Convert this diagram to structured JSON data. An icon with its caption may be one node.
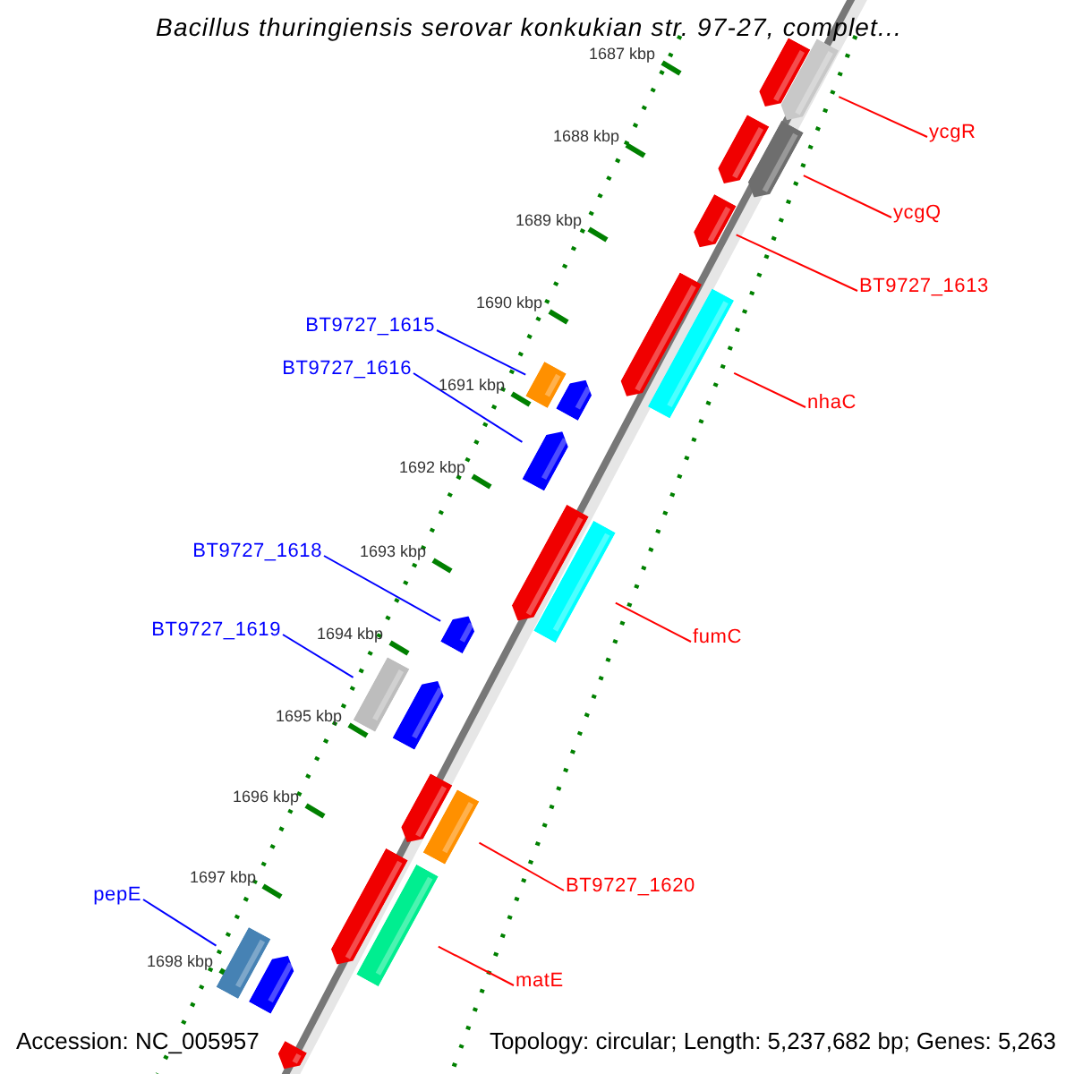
{
  "diagram": {
    "title": "Bacillus thuringiensis serovar konkukian str. 97-27, complet...",
    "nodes": [
      {
        "text": [
          "ycgR"
        ]
      },
      {
        "text": [
          "ycgQ"
        ]
      },
      {
        "text": [
          "BT9727_1613"
        ]
      },
      {
        "text": [
          "BT9727_1615"
        ]
      },
      {
        "text": [
          "BT9727_1616"
        ]
      },
      {
        "text": [
          "nhaC"
        ]
      },
      {
        "text": [
          "BT9727_1618"
        ]
      },
      {
        "text": [
          "BT9727_1619"
        ]
      },
      {
        "text": [
          "fumC"
        ]
      },
      {
        "text": [
          "BT9727_1620"
        ]
      },
      {
        "text": [
          "pepE"
        ]
      },
      {
        "text": [
          "matE"
        ]
      },
      {
        "text": [],
        "shape": "bar"
      },
      {
        "text": [],
        "shape": "bar"
      },
      {
        "text": [],
        "shape": "bar"
      },
      {
        "text": [],
        "shape": "bar"
      },
      {
        "text": [],
        "shape": "bar"
      },
      {
        "text": [],
        "shape": "bar"
      },
      {
        "text": [],
        "shape": "box"
      },
      {
        "text": [],
        "shape": "box"
      },
      {
        "text": [],
        "shape": "bar"
      },
      {
        "text": [],
        "shape": "bar"
      },
      {
        "text": [],
        "shape": "bar"
      },
      {
        "text": [],
        "shape": "box"
      },
      {
        "text": [],
        "shape": "bar"
      },
      {
        "text": [],
        "shape": "box"
      },
      {
        "text": [],
        "shape": "bar"
      },
      {
        "text": [],
        "shape": "bar"
      },
      {
        "text": [],
        "shape": "box"
      },
      {
        "text": [],
        "shape": "bar"
      },
      {
        "text": [],
        "shape": "box"
      },
      {
        "text": [],
        "shape": "box"
      },
      {
        "text": [],
        "shape": "bar"
      },
      {
        "text": [],
        "shape": "bar"
      }
    ],
    "edges": [
      {
        "from": 0,
        "to": 12,
        "arrow": "none"
      },
      {
        "from": 1,
        "to": 15,
        "arrow": "none"
      },
      {
        "from": 2,
        "to": 16,
        "arrow": "none"
      },
      {
        "from": 3,
        "to": 19,
        "arrow": "none",
        "color": "#0000ff"
      },
      {
        "from": 4,
        "to": 21,
        "arrow": "none",
        "color": "#0000ff"
      },
      {
        "from": 5,
        "to": 18,
        "arrow": "none"
      },
      {
        "from": 6,
        "to": 24,
        "arrow": "none",
        "color": "#0000ff"
      },
      {
        "from": 7,
        "to": 25,
        "arrow": "none",
        "color": "#0000ff"
      },
      {
        "from": 8,
        "to": 23,
        "arrow": "none"
      },
      {
        "from": 9,
        "to": 28,
        "arrow": "none"
      },
      {
        "from": 10,
        "to": 31,
        "arrow": "none",
        "color": "#0000ff"
      },
      {
        "from": 11,
        "to": 30,
        "arrow": "none"
      }
    ],
    "labels": [
      "1687 kbp",
      "1688 kbp",
      "1689 kbp",
      "1690 kbp",
      "1691 kbp",
      "1692 kbp",
      "1693 kbp",
      "1694 kbp",
      "1695 kbp",
      "1696 kbp",
      "1697 kbp",
      "1698 kbp",
      "Accession: NC_005957",
      "Topology: circular; Length: 5,237,682 bp; Genes: 5,263"
    ]
  }
}
